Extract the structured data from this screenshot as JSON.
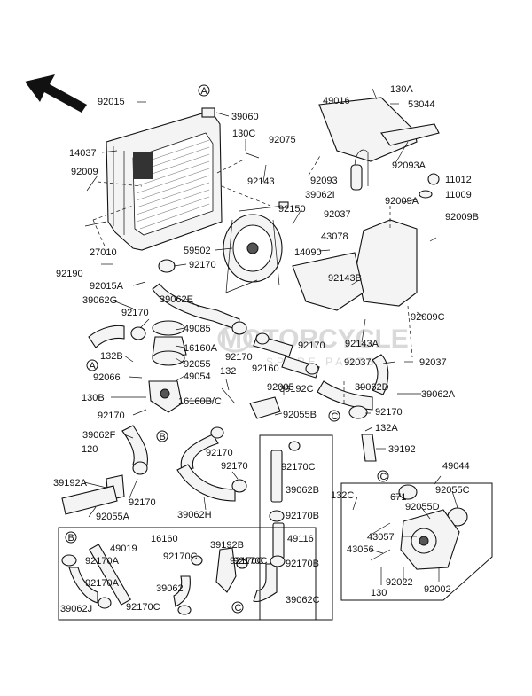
{
  "watermark": {
    "text": "MOTORCYCLE",
    "sub": "SPARE PARTS"
  },
  "callout_letters": {
    "a1": "A",
    "a2": "A",
    "b1": "B",
    "b2": "B",
    "c1": "C",
    "c2": "C",
    "c3": "C"
  },
  "labels": {
    "l92015": "92015",
    "l39060": "39060",
    "l130c": "130C",
    "l92075": "92075",
    "l14037": "14037",
    "l92009": "92009",
    "l92143": "92143",
    "l27010": "27010",
    "l92150": "92150",
    "l59502": "59502",
    "l92190": "92190",
    "l92015a": "92015A",
    "l92170a1": "92170",
    "l39062g": "39062G",
    "l39062e": "39062E",
    "l92170b1": "92170",
    "l49085": "49085",
    "l16160a": "16160A",
    "l92055": "92055",
    "l49054": "49054",
    "l132b": "132B",
    "l92066": "92066",
    "l130b": "130B",
    "l132": "132",
    "l92170c1": "92170",
    "l92160": "92160",
    "l92005": "92005",
    "l16160bc": "16160B/C",
    "l92055b": "92055B",
    "l92170d1": "92170",
    "l39062f": "39062F",
    "l120": "120",
    "l92170e1": "92170",
    "l92170f1": "92170",
    "l39192a": "39192A",
    "l92170g1": "92170",
    "l92055a": "92055A",
    "l39062h": "39062H",
    "l49016": "49016",
    "l130a": "130A",
    "l53044": "53044",
    "l92093": "92093",
    "l39062i": "39062I",
    "l92093a": "92093A",
    "l11012": "11012",
    "l11009": "11009",
    "l92037a": "92037",
    "l92009a": "92009A",
    "l43078": "43078",
    "l92009b": "92009B",
    "l14090": "14090",
    "l92143b": "92143B",
    "l92009c": "92009C",
    "l92143a": "92143A",
    "l92170h1": "92170",
    "l92037b": "92037",
    "l92037c": "92037",
    "l39192c": "39192C",
    "l39062d": "39062D",
    "l39062a": "39062A",
    "l92170i1": "92170",
    "l132a": "132A",
    "l39192": "39192",
    "l92170c2": "92170C",
    "l39062b": "39062B",
    "l92170b2": "92170B",
    "l49116": "49116",
    "l92170b3": "92170B",
    "l39062c": "39062C",
    "l92170c3": "92170C",
    "l49044": "49044",
    "l132c": "132C",
    "l671": "671",
    "l92055c": "92055C",
    "l92055d": "92055D",
    "l43057": "43057",
    "l43056": "43056",
    "l92022": "92022",
    "l92002": "92002",
    "l130": "130",
    "l92170a2": "92170A",
    "l16160": "16160",
    "l49019": "49019",
    "l92170c4": "92170C",
    "l39192b": "39192B",
    "l92170c5": "92170C",
    "l92170a3": "92170A",
    "l39062": "39062",
    "l39062j": "39062J",
    "l92170c6": "92170C"
  }
}
